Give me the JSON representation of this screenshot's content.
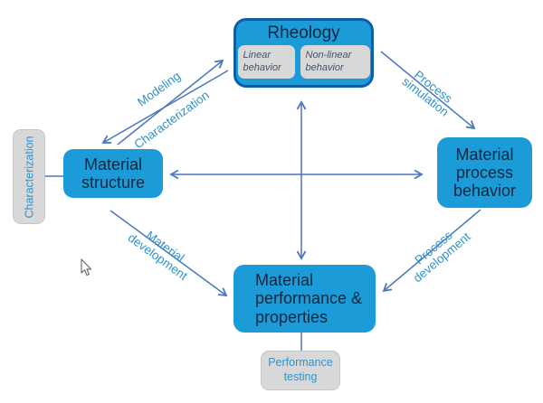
{
  "colors": {
    "box_fill": "#1b9cd8",
    "box_border": "#0d5fa5",
    "box_text": "#0e2740",
    "gray_fill": "#d8d8d8",
    "tag_text": "#2e93cf",
    "chip_text": "#44546a",
    "arrow": "#4a77bd",
    "edge_label": "#2e93cf"
  },
  "icons": {
    "mouse_cursor": "pointer-arrow"
  },
  "nodes": {
    "rheology": {
      "title": "Rheology",
      "sub": [
        {
          "label": "Linear behavior"
        },
        {
          "label": "Non-linear behavior"
        }
      ]
    },
    "material_structure": {
      "label": "Material structure"
    },
    "material_process_behavior": {
      "label": "Material process behavior"
    },
    "material_performance": {
      "label": "Material performance & properties"
    }
  },
  "tags": {
    "characterization": {
      "label": "Characterization"
    },
    "performance_testing": {
      "label": "Performance testing"
    }
  },
  "edges": {
    "modeling": {
      "label": "Modeling"
    },
    "characterization": {
      "label": "Characterization"
    },
    "process_simulation": {
      "lines": [
        "Process",
        "simulation"
      ]
    },
    "material_development": {
      "lines": [
        "Material",
        "development"
      ]
    },
    "process_development": {
      "lines": [
        "Process",
        "development"
      ]
    }
  }
}
